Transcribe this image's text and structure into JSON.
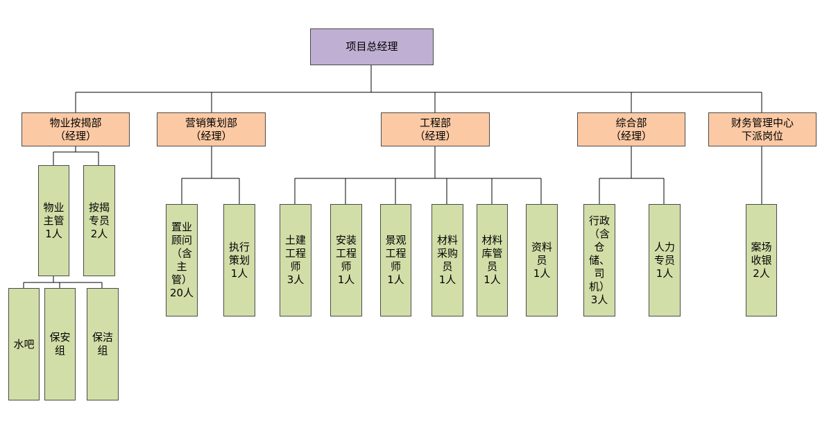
{
  "top": {
    "label": "项目总经理"
  },
  "departments": [
    {
      "label": "物业按揭部\n（经理）"
    },
    {
      "label": "营销策划部\n（经理）"
    },
    {
      "label": "工程部\n（经理）"
    },
    {
      "label": "综合部\n（经理）"
    },
    {
      "label": "财务管理中心\n下派岗位"
    }
  ],
  "positions": {
    "property": [
      {
        "label": "物业\n主管\n1人"
      },
      {
        "label": "按揭\n专员\n2人"
      }
    ],
    "property_groups": [
      {
        "label": "水吧"
      },
      {
        "label": "保安\n组"
      },
      {
        "label": "保洁\n组"
      }
    ],
    "marketing": [
      {
        "label": "置业\n顾问\n（含\n主\n管）\n20人"
      },
      {
        "label": "执行\n策划\n1人"
      }
    ],
    "engineering": [
      {
        "label": "土建\n工程\n师\n3人"
      },
      {
        "label": "安装\n工程\n师\n1人"
      },
      {
        "label": "景观\n工程\n师\n1人"
      },
      {
        "label": "材料\n采购\n员\n1人"
      },
      {
        "label": "材料\n库管\n员\n1人"
      },
      {
        "label": "资料\n员\n1人"
      }
    ],
    "general": [
      {
        "label": "行政\n（含\n仓\n储、\n司\n机）\n3人"
      },
      {
        "label": "人力\n专员\n1人"
      }
    ],
    "finance": [
      {
        "label": "案场\n收银\n2人"
      }
    ]
  }
}
